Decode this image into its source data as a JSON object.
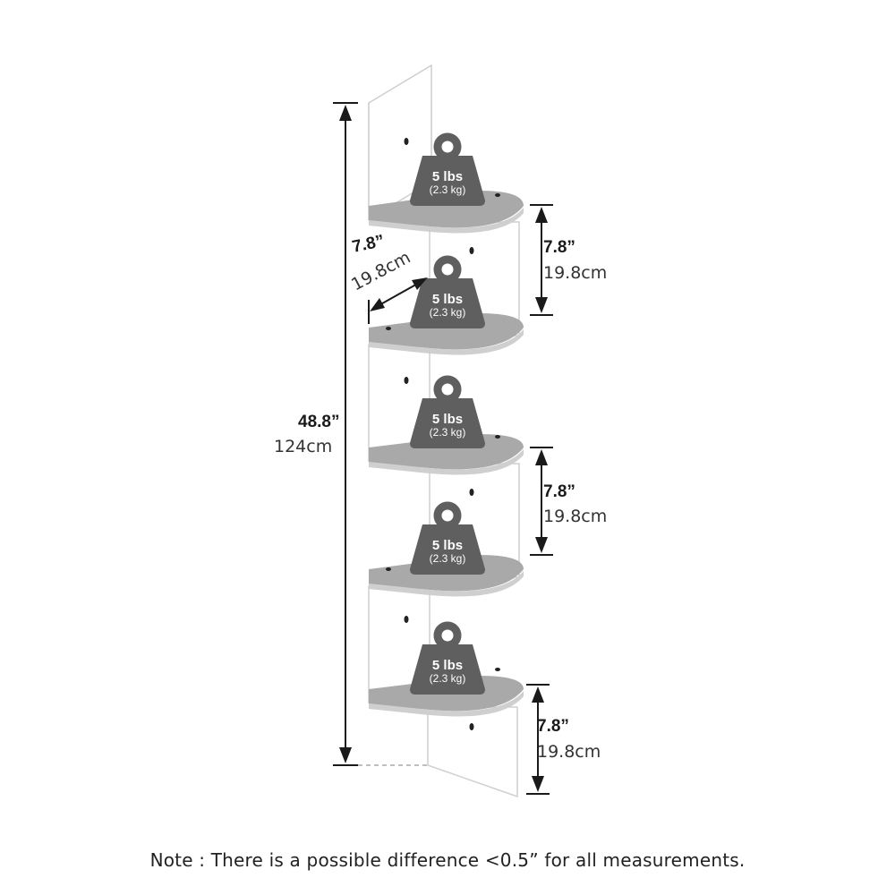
{
  "weight_label": {
    "lbs": "5 lbs",
    "kg": "(2.3 kg)"
  },
  "dimensions": {
    "total_height": {
      "in": "48.8”",
      "cm": "124cm"
    },
    "shelf_depth": {
      "in": "7.8”",
      "cm": "19.8cm"
    },
    "shelf_spacing": [
      {
        "in": "7.8”",
        "cm": "19.8cm"
      },
      {
        "in": "7.8”",
        "cm": "19.8cm"
      },
      {
        "in": "7.8”",
        "cm": "19.8cm"
      }
    ]
  },
  "note": "Note : There is a possible difference <0.5” for all measurements."
}
